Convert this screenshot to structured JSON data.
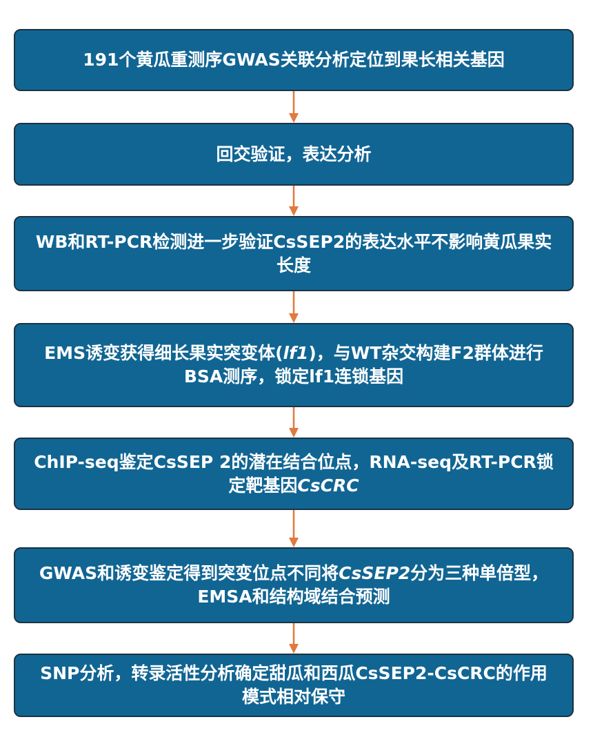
{
  "flow": {
    "steps": [
      {
        "parts": [
          {
            "text": "191个黄瓜重测序GWAS关联分析定位到果长相关基因"
          }
        ]
      },
      {
        "parts": [
          {
            "text": "回交验证，表达分析"
          }
        ]
      },
      {
        "parts": [
          {
            "text": "WB和RT-PCR检测进一步验证CsSEP2的表达水平不影响黄瓜果实长度"
          }
        ]
      },
      {
        "parts": [
          {
            "text": "EMS诱变获得细长果实突变体("
          },
          {
            "text": "lf1",
            "italic": true
          },
          {
            "text": ")，与WT杂交构建F2群体进行BSA测序，锁定lf1连锁基因"
          }
        ]
      },
      {
        "parts": [
          {
            "text": "ChIP-seq鉴定CsSEP 2的潜在结合位点，RNA-seq及RT-PCR锁定靶基因"
          },
          {
            "text": "CsCRC",
            "italic": true
          }
        ]
      },
      {
        "parts": [
          {
            "text": "GWAS和诱变鉴定得到突变位点不同将"
          },
          {
            "text": "CsSEP2",
            "italic": true
          },
          {
            "text": "分为三种单倍型，EMSA和结构域结合预测"
          }
        ]
      },
      {
        "parts": [
          {
            "text": "SNP分析，转录活性分析确定甜瓜和西瓜CsSEP2-CsCRC的作用模式相对保守"
          }
        ]
      }
    ]
  },
  "colors": {
    "box_fill": "#116593",
    "box_border": "#1b3340",
    "arrow": "#e07a3e",
    "text": "#ffffff"
  }
}
